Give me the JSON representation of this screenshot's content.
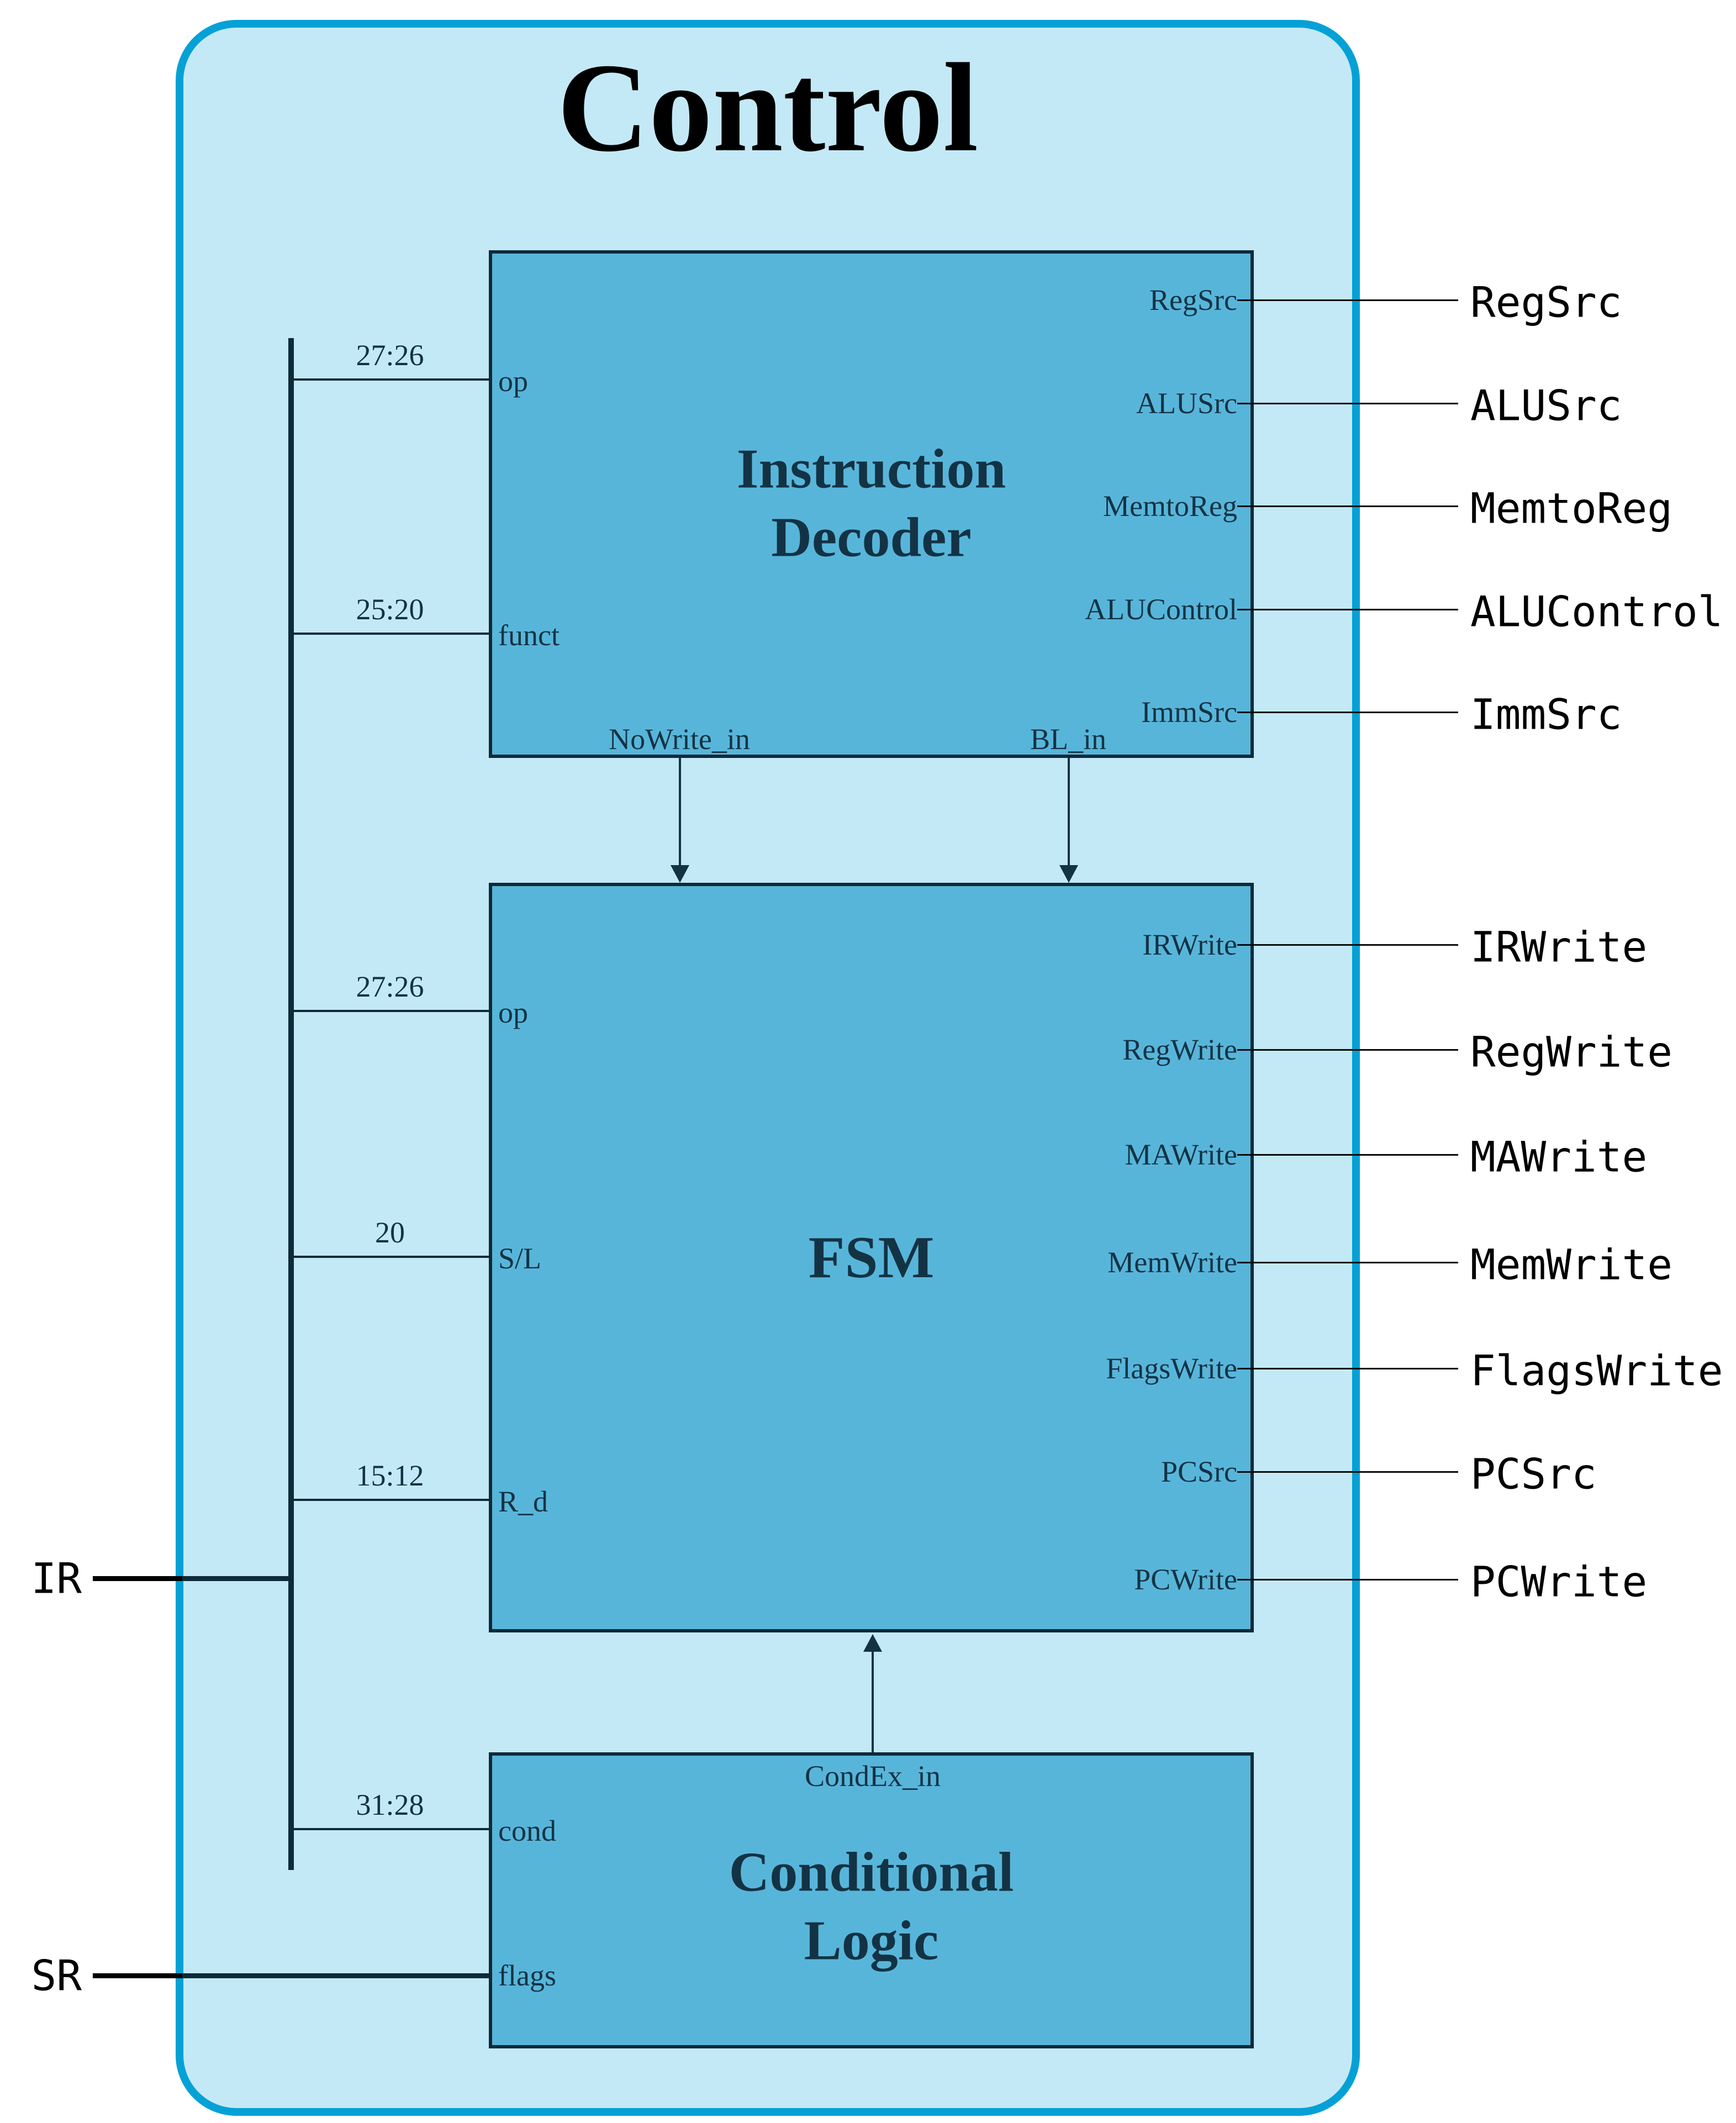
{
  "title": "Control",
  "colors": {
    "outer_border": "#05a1d6",
    "outer_fill": "#c4e9f6",
    "block_fill": "#58b5da",
    "dark_line": "#0d2a39",
    "dark_text": "#133344",
    "external_text": "#000000"
  },
  "blocks": [
    {
      "id": "instruction-decoder",
      "label_lines": [
        "Instruction",
        "Decoder"
      ],
      "left_ports": [
        {
          "bits": "27:26",
          "name": "op"
        },
        {
          "bits": "25:20",
          "name": "funct"
        }
      ],
      "right_ports": [
        "RegSrc",
        "ALUSrc",
        "MemtoReg",
        "ALUControl",
        "ImmSrc"
      ],
      "bottom_ports": [
        "NoWrite_in",
        "BL_in"
      ]
    },
    {
      "id": "fsm",
      "label_lines": [
        "FSM"
      ],
      "left_ports": [
        {
          "bits": "27:26",
          "name": "op"
        },
        {
          "bits": "20",
          "name": "S/L"
        },
        {
          "bits": "15:12",
          "name": "R_d"
        }
      ],
      "right_ports": [
        "IRWrite",
        "RegWrite",
        "MAWrite",
        "MemWrite",
        "FlagsWrite",
        "PCSrc",
        "PCWrite"
      ]
    },
    {
      "id": "conditional-logic",
      "label_lines": [
        "Conditional",
        "Logic"
      ],
      "left_ports": [
        {
          "bits": "31:28",
          "name": "cond"
        },
        {
          "bits": "",
          "name": "flags"
        }
      ],
      "top_ports": [
        "CondEx_in"
      ]
    }
  ],
  "external_inputs": [
    {
      "label": "IR"
    },
    {
      "label": "SR"
    }
  ],
  "external_outputs": [
    "RegSrc",
    "ALUSrc",
    "MemtoReg",
    "ALUControl",
    "ImmSrc",
    "IRWrite",
    "RegWrite",
    "MAWrite",
    "MemWrite",
    "FlagsWrite",
    "PCSrc",
    "PCWrite"
  ]
}
